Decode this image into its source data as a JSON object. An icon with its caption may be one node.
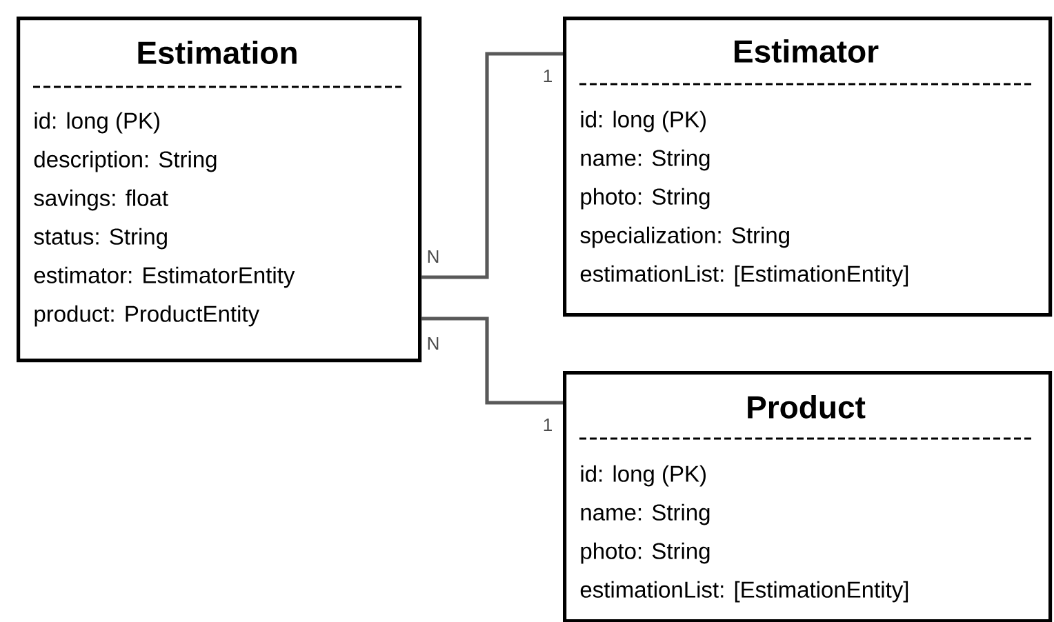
{
  "diagram": {
    "nodes": [
      {
        "text": [
          "Estimation",
          "id: long (PK)",
          "description: String",
          "savings: float",
          "status: String",
          "estimator: EstimatorEntity",
          "product: ProductEntity"
        ]
      },
      {
        "text": [
          "Estimator",
          "id: long (PK)",
          "name: String",
          "photo: String",
          "specialization: String",
          "estimationList: [EstimationEntity]"
        ]
      },
      {
        "text": [
          "Product",
          "id: long (PK)",
          "name: String",
          "photo: String",
          "estimationList: [EstimationEntity]"
        ]
      }
    ],
    "edges": [
      {
        "from": 0,
        "to": 1,
        "arrow": "none"
      },
      {
        "from": 0,
        "to": 2,
        "arrow": "none"
      }
    ],
    "labels": [
      "1",
      "N",
      "N",
      "1"
    ]
  }
}
